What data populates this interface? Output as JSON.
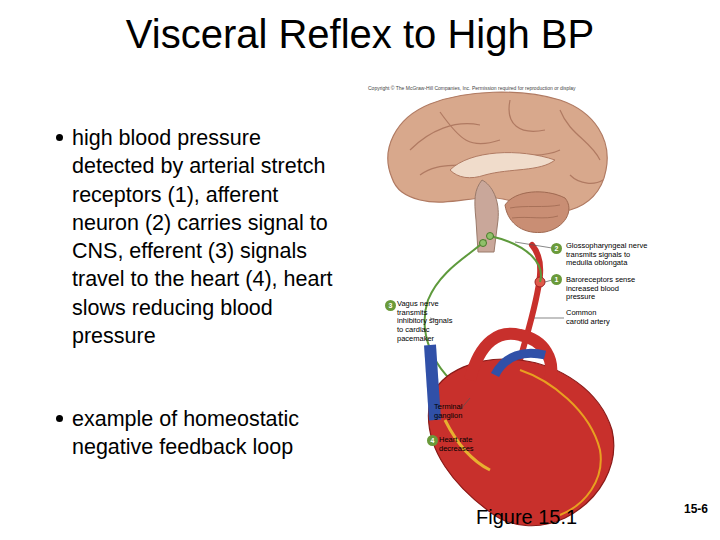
{
  "diagram": {
    "title": "Visceral Reflex to High BP",
    "caption": "Figure 15.1",
    "nodes": [
      {
        "text": [
          "2"
        ]
      },
      {
        "text": [
          "1"
        ]
      },
      {
        "text": [
          "3"
        ]
      },
      {
        "text": [
          "4"
        ]
      }
    ],
    "labels": [
      "Copyright © The McGraw-Hill Companies, Inc. Permission required for reproduction or display",
      "high blood pressure detected by arterial stretch receptors (1), afferent neuron (2) carries signal to CNS, efferent (3) signals travel to the heart (4), heart slows reducing blood pressure",
      "example of homeostatic negative feedback loop",
      "Glossopharyngeal nerve transmits signals to medulla oblongata",
      "Baroreceptors sense increased blood pressure",
      "Common carotid artery",
      "Vagus nerve transmits inhibitory signals to cardiac pacemaker",
      "Terminal ganglion",
      "Heart rate decreases",
      "15-6"
    ]
  }
}
